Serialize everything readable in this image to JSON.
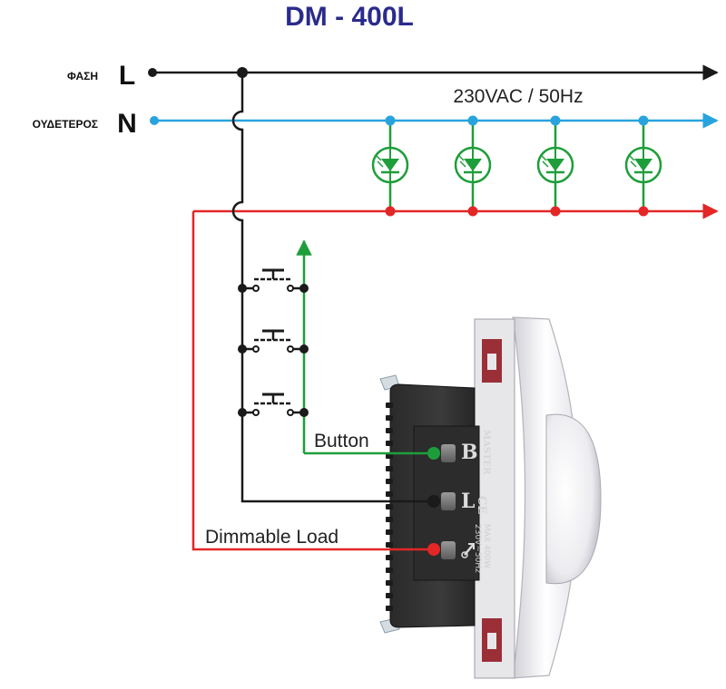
{
  "title": "DM - 400L",
  "supply": {
    "phase": {
      "name": "ΦΑΣΗ",
      "letter": "L"
    },
    "neutral": {
      "name": "ΟΥΔΕΤΕΡΟΣ",
      "letter": "N"
    },
    "rating": "230VAC / 50Hz"
  },
  "labels": {
    "button": "Button",
    "load": "Dimmable Load"
  },
  "device": {
    "brand": "MASTER",
    "terminals": [
      "B",
      "L"
    ],
    "rating_line1": "MAX 400W",
    "rating_line2": "230V~50Hz",
    "ce_mark": "CE"
  },
  "lamp_count": 4,
  "pushbutton_count": 3,
  "colors": {
    "phase": "#1a1a1a",
    "neutral": "#29a3dd",
    "load": "#e32626",
    "button": "#1e9e3a",
    "title": "#2b2b8c"
  }
}
